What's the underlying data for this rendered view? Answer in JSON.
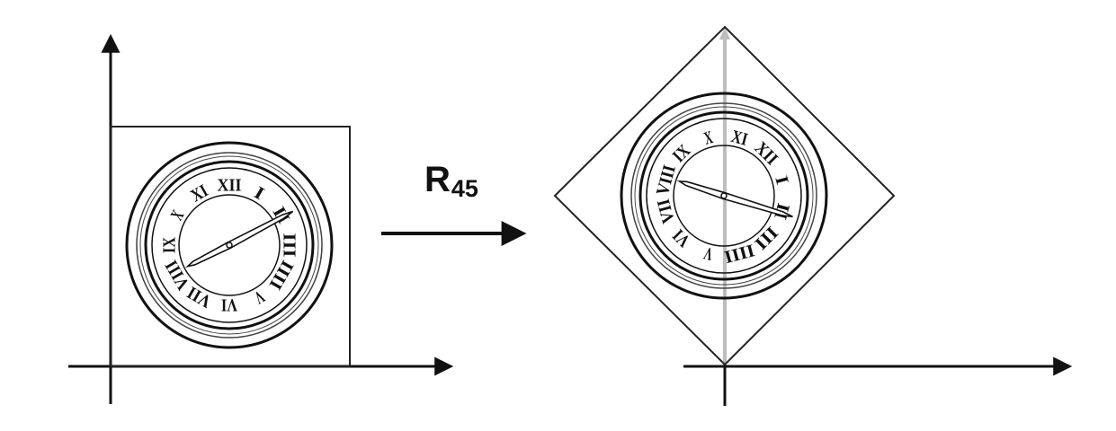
{
  "transform": {
    "label": "R",
    "subscript": "45"
  },
  "clock": {
    "numerals": [
      "XII",
      "I",
      "II",
      "III",
      "IIII",
      "V",
      "VI",
      "VII",
      "VIII",
      "IX",
      "X",
      "XI"
    ]
  },
  "colors": {
    "ink": "#111111",
    "axis_ghost": "#bdbdbd",
    "background": "#ffffff"
  }
}
